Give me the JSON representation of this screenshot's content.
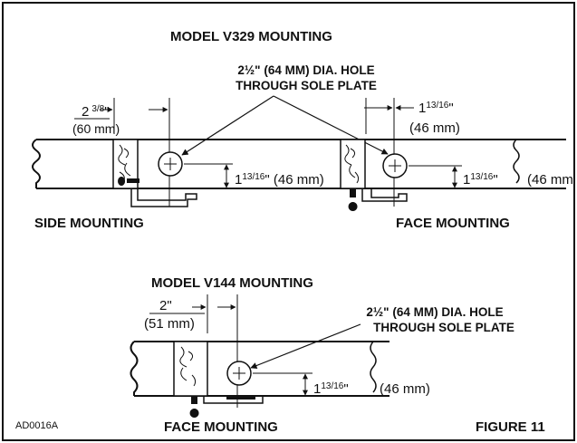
{
  "top": {
    "title": "MODEL V329 MOUNTING",
    "hole_line1": "2½\" (64 MM) DIA. HOLE",
    "hole_line2": "THROUGH SOLE PLATE",
    "side_offset_a": "2",
    "side_offset_b": "3",
    "side_offset_c": "/8",
    "side_offset_q": "\"",
    "side_offset_mm": "(60 mm)",
    "face_offset_a": "1",
    "face_offset_b": "13",
    "face_offset_c": "/16",
    "face_offset_q": "\"",
    "face_offset_mm": "(46 mm)",
    "side_height_a": "1",
    "side_height_b": "13",
    "side_height_c": "/16",
    "side_height_d": "\" (46 mm)",
    "face_height_a": "1",
    "face_height_b": "13",
    "face_height_c": "/16",
    "face_height_q": "\"",
    "face_height_mm": "(46 mm",
    "side_label": "SIDE MOUNTING",
    "face_label": "FACE MOUNTING"
  },
  "bottom": {
    "title": "MODEL  V144 MOUNTING",
    "hole_line1": "2½\" (64 MM) DIA. HOLE",
    "hole_line2": "THROUGH SOLE PLATE",
    "offset": "2\"",
    "offset_mm": "(51 mm)",
    "height_a": "1",
    "height_b": "13",
    "height_c": "/16",
    "height_q": "\"",
    "height_mm": "(46 mm)",
    "face_label": "FACE MOUNTING"
  },
  "code": "AD0016A",
  "figure_label": "FIGURE 11"
}
